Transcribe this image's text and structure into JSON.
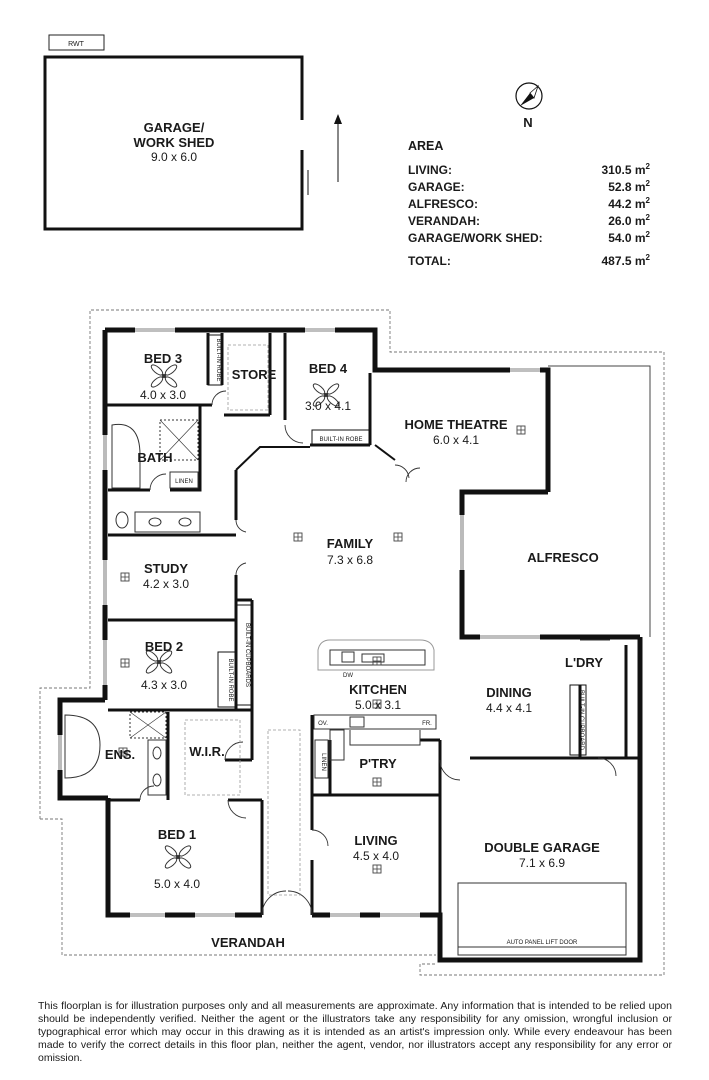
{
  "legend_box": "RWT",
  "compass_letter": "N",
  "area": {
    "title": "AREA",
    "rows": [
      {
        "label": "LIVING:",
        "value": "310.5 m",
        "unit": "2"
      },
      {
        "label": "GARAGE:",
        "value": "52.8 m",
        "unit": "2"
      },
      {
        "label": "ALFRESCO:",
        "value": "44.2 m",
        "unit": "2"
      },
      {
        "label": "VERANDAH:",
        "value": "26.0 m",
        "unit": "2"
      },
      {
        "label": "GARAGE/WORK SHED:",
        "value": "54.0 m",
        "unit": "2"
      }
    ],
    "total": {
      "label": "TOTAL:",
      "value": "487.5 m",
      "unit": "2"
    }
  },
  "rooms": {
    "shed": {
      "name_line1": "GARAGE/",
      "name_line2": "WORK SHED",
      "dims": "9.0 x 6.0"
    },
    "bed3": {
      "name": "BED 3",
      "dims": "4.0 x 3.0"
    },
    "store": {
      "name": "STORE"
    },
    "bed4": {
      "name": "BED 4",
      "dims": "3.0 x 4.1"
    },
    "home_theatre": {
      "name": "HOME THEATRE",
      "dims": "6.0 x 4.1"
    },
    "bath": {
      "name": "BATH"
    },
    "family": {
      "name": "FAMILY",
      "dims": "7.3 x 6.8"
    },
    "alfresco": {
      "name": "ALFRESCO"
    },
    "study": {
      "name": "STUDY",
      "dims": "4.2 x 3.0"
    },
    "bed2": {
      "name": "BED 2",
      "dims": "4.3 x 3.0"
    },
    "kitchen": {
      "name": "KITCHEN",
      "dims": "5.0 x 3.1"
    },
    "dining": {
      "name": "DINING",
      "dims": "4.4 x 4.1"
    },
    "laundry": {
      "name": "L'DRY"
    },
    "ensuite": {
      "name": "ENS."
    },
    "wir": {
      "name": "W.I.R."
    },
    "pantry": {
      "name": "P'TRY"
    },
    "bed1": {
      "name": "BED 1",
      "dims": "5.0 x 4.0"
    },
    "living": {
      "name": "LIVING",
      "dims": "4.5 x 4.0"
    },
    "double_garage": {
      "name": "DOUBLE GARAGE",
      "dims": "7.1 x 6.9"
    },
    "verandah": {
      "name": "VERANDAH"
    }
  },
  "fixtures": {
    "built_in_robe_bed3": "BUILT-IN ROBE",
    "built_in_robe_bed4": "BUILT-IN ROBE",
    "linen_bath": "LINEN",
    "built_in_cupboards": "BUILT-IN CUPBOARDS",
    "built_in_robe_bed2": "BUILT-IN ROBE",
    "dw": "DW",
    "ov": "OV.",
    "fr": "FR.",
    "linen_pantry": "LINEN",
    "built_in_cupboard_laundry": "BUILT-IN CUPBOARD",
    "garage_door": "AUTO PANEL LIFT DOOR"
  },
  "disclaimer": "This floorplan is for illustration purposes only and all measurements are approximate. Any information that is intended to be relied upon should be independently verified. Neither the agent or the illustrators take any responsibility for any omission, wrongful inclusion or typographical error which may occur in this drawing as it is intended as an artist's impression only. While every endeavour has been made to verify the correct details in this floor plan, neither the agent, vendor, nor illustrators accept any responsibility for any error or omission."
}
